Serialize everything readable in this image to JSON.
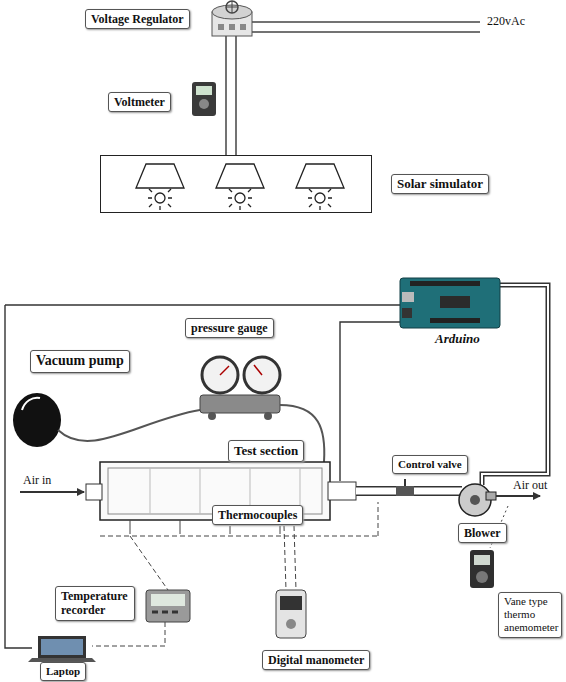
{
  "diagram": {
    "nodes": [
      {
        "text": [
          "Voltage Regulator"
        ]
      },
      {
        "text": [
          "Voltmeter"
        ]
      },
      {
        "text": [
          "Solar simulator"
        ]
      },
      {
        "text": [
          "pressure gauge"
        ]
      },
      {
        "text": [
          "Vacuum pump"
        ]
      },
      {
        "text": [
          "Test section"
        ]
      },
      {
        "text": [
          "Control valve"
        ]
      },
      {
        "text": [
          "Thermocouples"
        ]
      },
      {
        "text": [
          "Blower"
        ]
      },
      {
        "text": [
          "Temperature recorder"
        ]
      },
      {
        "text": [
          "Digital manometer"
        ]
      },
      {
        "text": [
          "Vane type thermo anemometer"
        ]
      },
      {
        "text": [
          "Laptop"
        ]
      }
    ],
    "labels": [
      "220vAc",
      "Arduino",
      "Air in",
      "Air out"
    ]
  }
}
